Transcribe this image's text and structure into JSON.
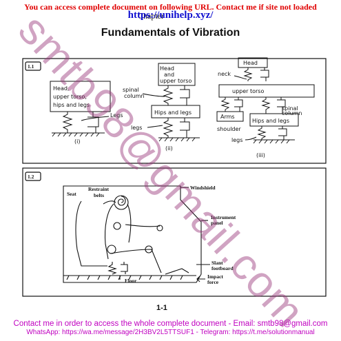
{
  "banner": {
    "top_text": "You can access complete document on following URL. Contact me if site not loaded",
    "url": "https://unihelp.xyz/",
    "chapter_word": "Chapter"
  },
  "page": {
    "title": "Fundamentals of Vibration",
    "page_number": "1-1"
  },
  "figure_1_1": {
    "label": "1.1",
    "panel_i": {
      "block": [
        "Head,",
        "upper torso,",
        "hips and legs"
      ],
      "legs_label": "Legs",
      "caption": "(i)"
    },
    "panel_ii": {
      "head_block": [
        "Head",
        "and",
        "upper torso"
      ],
      "spinal_column": [
        "spinal",
        "column"
      ],
      "hips_block": "Hips and legs",
      "legs_label": "legs",
      "caption": "(ii)"
    },
    "panel_iii": {
      "head_block": "Head",
      "neck_label": "neck",
      "torso_block": "upper torso",
      "arms_block": "Arms",
      "spinal_column": [
        "spinal",
        "column"
      ],
      "hips_block": "Hips and legs",
      "shoulder_label": "shoulder",
      "legs_label": "legs",
      "caption": "(iii)"
    }
  },
  "figure_1_2": {
    "label": "1.2",
    "labels": {
      "seat": "Seat",
      "restraint_belts": [
        "Restraint",
        "belts"
      ],
      "windshield": "Windshield",
      "instrument_panel": [
        "Instrument",
        "panel"
      ],
      "slant_footboard": [
        "Slant",
        "footboard"
      ],
      "floor": "Floor",
      "impact_force": [
        "Impact",
        "force"
      ]
    }
  },
  "watermark": {
    "text": "smtb98@gmail.com"
  },
  "footer": {
    "line1": "Contact me in order to access the whole complete document - Email: smtb98@gmail.com",
    "line2": "WhatsApp: https://wa.me/message/2H3BV2L5TTSUF1 - Telegram: https://t.me/solutionmanual"
  },
  "colors": {
    "banner_red": "#e00000",
    "url_blue": "#1010d0",
    "footer_magenta": "#c000c0",
    "watermark_purple": "#963278"
  }
}
